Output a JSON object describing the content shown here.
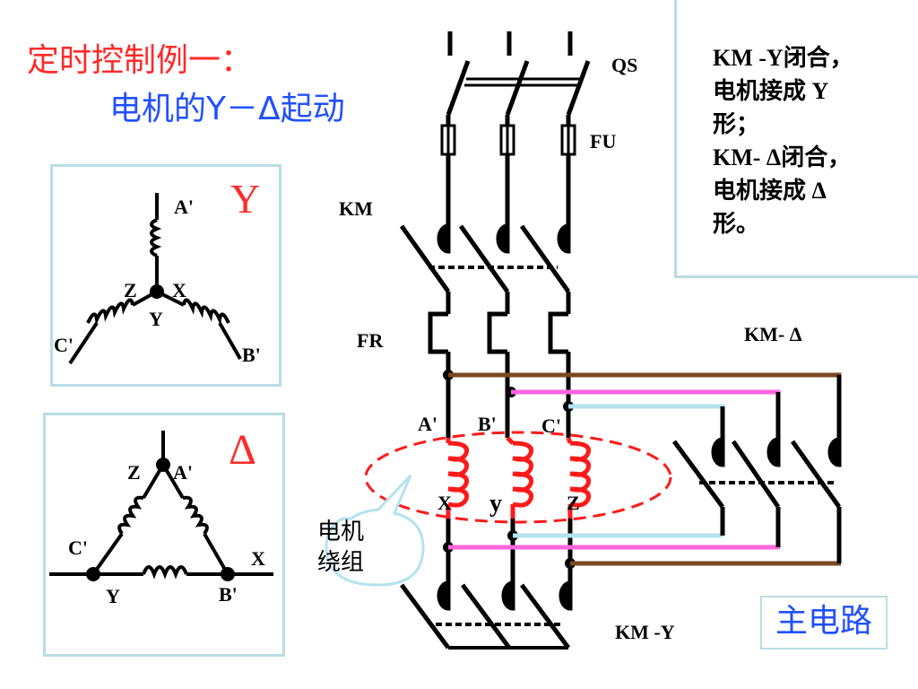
{
  "title": {
    "line1": "定时控制例一：",
    "line2": "电机的Y－Δ起动"
  },
  "note": [
    "KM -Y闭合，",
    "电机接成 Y",
    "形；",
    "KM- Δ闭合，",
    "电机接成 Δ",
    "形。"
  ],
  "labels": {
    "qs": "QS",
    "fu": "FU",
    "km": "KM",
    "fr": "FR",
    "km_delta": "KM- Δ",
    "km_y": "KM -Y",
    "a_prime": "A'",
    "b_prime": "B'",
    "c_prime": "C'",
    "x": "X",
    "y": "y",
    "z": "Z"
  },
  "y_diagram": {
    "symbol": "Y",
    "a_prime": "A'",
    "b_prime": "B'",
    "c_prime": "C'",
    "x": "X",
    "y": "Y",
    "z": "Z"
  },
  "delta_diagram": {
    "symbol": "Δ",
    "a_prime": "A'",
    "b_prime": "B'",
    "c_prime": "C'",
    "x": "X",
    "y": "Y",
    "z": "Z"
  },
  "motor_winding": [
    "电机",
    "绕组"
  ],
  "main_circuit": "主电路",
  "colors": {
    "title_red": "#ff2a2a",
    "title_blue": "#2250ff",
    "coil_red": "#ff1a1a",
    "bus_brown": "#7a4a22",
    "bus_pink": "#ff66dd",
    "bus_lightblue": "#b3e3ee",
    "frame": "#b9dde3"
  }
}
